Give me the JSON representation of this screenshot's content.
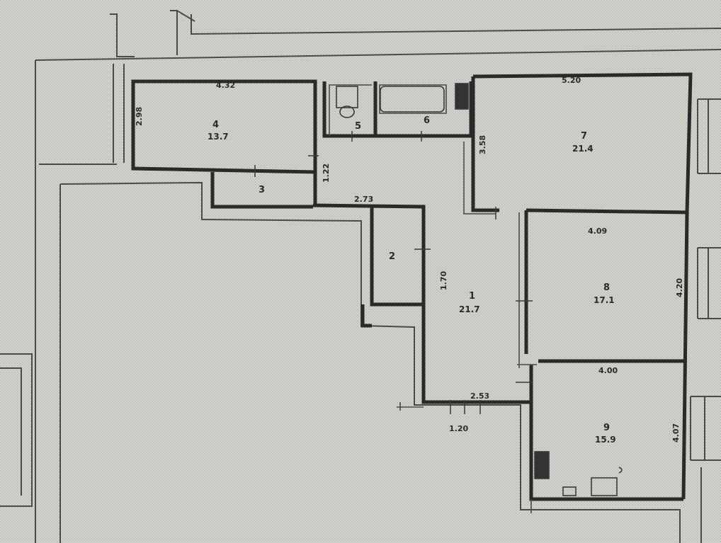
{
  "rooms": [
    {
      "id": "room-4",
      "number": "4",
      "area": "13.7",
      "width": "4.32",
      "height": "2.98"
    },
    {
      "id": "room-3",
      "number": "3"
    },
    {
      "id": "room-5",
      "number": "5"
    },
    {
      "id": "room-6",
      "number": "6"
    },
    {
      "id": "room-7",
      "number": "7",
      "area": "21.4",
      "width": "5.20",
      "height": "3.58"
    },
    {
      "id": "room-2",
      "number": "2"
    },
    {
      "id": "room-1",
      "number": "1",
      "area": "21.7",
      "height": "1.70"
    },
    {
      "id": "room-8",
      "number": "8",
      "area": "17.1",
      "width": "4.09",
      "height": "4.20"
    },
    {
      "id": "room-9",
      "number": "9",
      "area": "15.9",
      "width": "4.00",
      "height": "4.07"
    }
  ],
  "dimensions": {
    "corridor_top": "2.73",
    "corridor_bottom": "2.53",
    "door_width": "1.20",
    "hall_height": "1.22"
  },
  "colors": {
    "background": "#d9d7d2",
    "walls": "#2a2a2a",
    "thin_lines": "#4a4a4a",
    "hatch": "#b9b6b0"
  }
}
